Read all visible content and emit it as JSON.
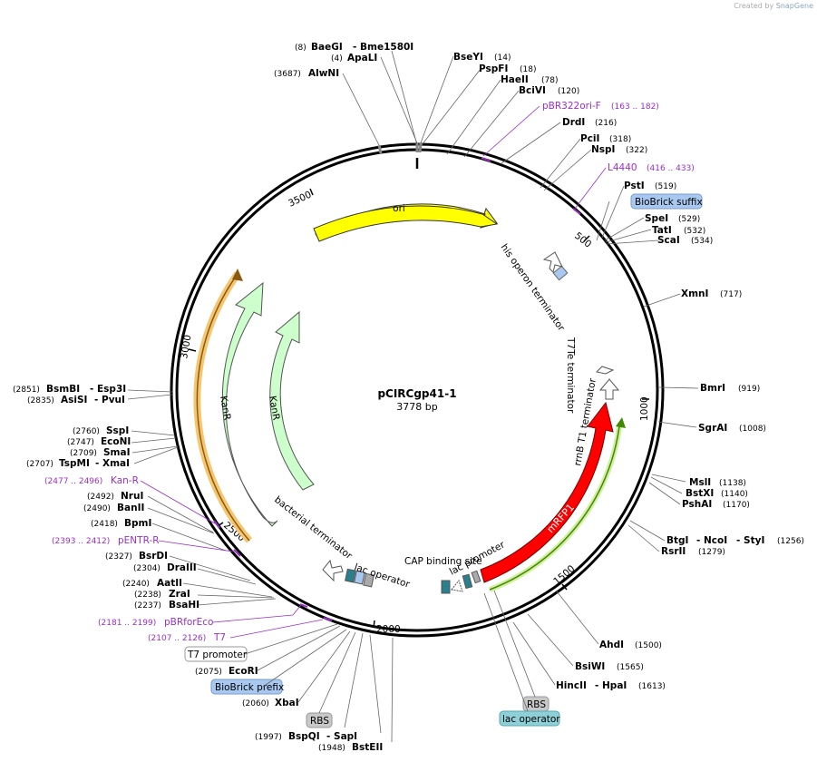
{
  "plasmid": {
    "name": "pCIRCgp41-1",
    "length_label": "3778 bp"
  },
  "credit": {
    "prefix": "Created by",
    "brand": "SnapGene"
  },
  "ticks": [
    {
      "label": "500"
    },
    {
      "label": "1000"
    },
    {
      "label": "1500"
    },
    {
      "label": "2000"
    },
    {
      "label": "2500"
    },
    {
      "label": "3000"
    },
    {
      "label": "3500"
    }
  ],
  "features": [
    {
      "name": "ori",
      "color": "#ffff00"
    },
    {
      "name": "his operon terminator",
      "color": "#ffffff"
    },
    {
      "name": "T7Te terminator",
      "color": "#ffffff"
    },
    {
      "name": "rrnB T1 terminator",
      "color": "#ffffff"
    },
    {
      "name": "mRFP1",
      "color": "#ff0000"
    },
    {
      "name": "lac promoter",
      "color": "#ffffff"
    },
    {
      "name": "CAP binding site",
      "color": "#ffffff"
    },
    {
      "name": "lac operator",
      "color": "#ffffff"
    },
    {
      "name": "bacterial terminator",
      "color": "#ffffff"
    },
    {
      "name": "KanR",
      "color": "#ccffcc"
    },
    {
      "name": "KanR",
      "color": "#ccffcc"
    }
  ],
  "enzymes": [
    {
      "pos": "(8)",
      "name": "BaeGI",
      "name2": "- Bme1580I"
    },
    {
      "pos": "(4)",
      "name": "ApaLI"
    },
    {
      "pos": "(3687)",
      "name": "AlwNI"
    },
    {
      "name": "BseYI",
      "pos": "(14)"
    },
    {
      "name": "PspFI",
      "pos": "(18)"
    },
    {
      "name": "HaeII",
      "pos": "(78)"
    },
    {
      "name": "BciVI",
      "pos": "(120)"
    },
    {
      "name": "DrdI",
      "pos": "(216)"
    },
    {
      "name": "PciI",
      "pos": "(318)"
    },
    {
      "name": "NspI",
      "pos": "(322)"
    },
    {
      "name": "PstI",
      "pos": "(519)"
    },
    {
      "name": "SpeI",
      "pos": "(529)"
    },
    {
      "name": "TatI",
      "pos": "(532)"
    },
    {
      "name": "ScaI",
      "pos": "(534)"
    },
    {
      "name": "XmnI",
      "pos": "(717)"
    },
    {
      "name": "BmrI",
      "pos": "(919)"
    },
    {
      "name": "SgrAI",
      "pos": "(1008)"
    },
    {
      "name": "MslI",
      "pos": "(1138)"
    },
    {
      "name": "BstXI",
      "pos": "(1140)"
    },
    {
      "name": "PshAI",
      "pos": "(1170)"
    },
    {
      "name": "BtgI",
      "name2": "- NcoI",
      "name3": "- StyI",
      "pos": "(1256)"
    },
    {
      "name": "RsrII",
      "pos": "(1279)"
    },
    {
      "name": "AhdI",
      "pos": "(1500)"
    },
    {
      "name": "BsiWI",
      "pos": "(1565)"
    },
    {
      "name": "HincII",
      "name2": "- HpaI",
      "pos": "(1613)"
    },
    {
      "pos": "(1948)",
      "name": "BstEII"
    },
    {
      "pos": "(1997)",
      "name": "BspQI",
      "name2": "- SapI"
    },
    {
      "pos": "(2060)",
      "name": "XbaI"
    },
    {
      "pos": "(2075)",
      "name": "EcoRI"
    },
    {
      "pos": "(2237)",
      "name": "BsaHI"
    },
    {
      "pos": "(2238)",
      "name": "ZraI"
    },
    {
      "pos": "(2240)",
      "name": "AatII"
    },
    {
      "pos": "(2304)",
      "name": "DraIII"
    },
    {
      "pos": "(2327)",
      "name": "BsrDI"
    },
    {
      "pos": "(2418)",
      "name": "BpmI"
    },
    {
      "pos": "(2490)",
      "name": "BanII"
    },
    {
      "pos": "(2492)",
      "name": "NruI"
    },
    {
      "pos": "(2707)",
      "name": "TspMI",
      "name2": "- XmaI"
    },
    {
      "pos": "(2709)",
      "name": "SmaI"
    },
    {
      "pos": "(2747)",
      "name": "EcoNI"
    },
    {
      "pos": "(2760)",
      "name": "SspI"
    },
    {
      "pos": "(2835)",
      "name": "AsiSI",
      "name2": "- PvuI"
    },
    {
      "pos": "(2851)",
      "name": "BsmBI",
      "name2": "- Esp3I"
    }
  ],
  "primers": [
    {
      "name": "pBR322ori-F",
      "range": "(163 .. 182)"
    },
    {
      "name": "L4440",
      "range": "(416 .. 433)"
    },
    {
      "range": "(2477 .. 2496)",
      "name": "Kan-R"
    },
    {
      "range": "(2393 .. 2412)",
      "name": "pENTR-R"
    },
    {
      "range": "(2181 .. 2199)",
      "name": "pBRforEco"
    },
    {
      "range": "(2107 .. 2126)",
      "name": "T7"
    }
  ],
  "boxes": [
    {
      "label": "BioBrick suffix",
      "bg": "#a8c8f0"
    },
    {
      "label": "T7 promoter",
      "bg": "#ffffff"
    },
    {
      "label": "BioBrick prefix",
      "bg": "#a8c8f0"
    },
    {
      "label": "RBS",
      "bg": "#c8c8c8"
    },
    {
      "label": "RBS",
      "bg": "#c8c8c8"
    },
    {
      "label": "lac operator",
      "bg": "#8fd0d8"
    }
  ]
}
